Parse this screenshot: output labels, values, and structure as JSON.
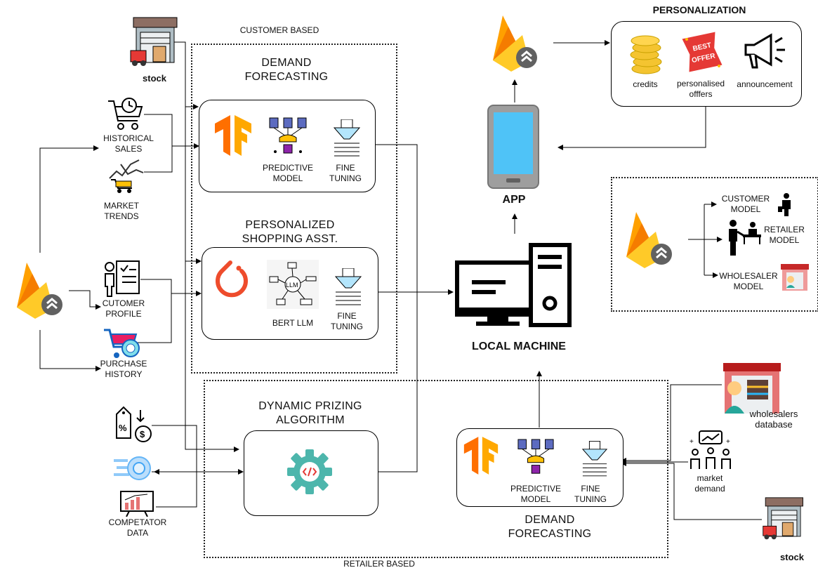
{
  "regions": {
    "customer_based": "CUSTOMER BASED",
    "retailer_based": "RETAILER BASED"
  },
  "sources": {
    "stock_top": "stock",
    "historical_sales": "HISTORICAL\nSALES",
    "market_trends": "MARKET\nTRENDS",
    "customer_profile": "CUTOMER\nPROFILE",
    "purchase_history": "PURCHASE\nHISTORY",
    "competitor_data": "COMPETATOR\nDATA"
  },
  "demand_forecasting_top": {
    "title": "DEMAND\nFORECASTING",
    "predictive_model": "PREDICTIVE\nMODEL",
    "fine_tuning": "FINE\nTUNING"
  },
  "shopping_asst": {
    "title": "PERSONALIZED\nSHOPPING ASST.",
    "bert_llm": "BERT LLM",
    "llm_tag": "LLM",
    "fine_tuning": "FINE\nTUNING"
  },
  "pricing": {
    "title": "DYNAMIC PRIZING\nALGORITHM"
  },
  "local_machine": "LOCAL MACHINE",
  "app": "APP",
  "personalization": {
    "title": "PERSONALIZATION",
    "credits": "credits",
    "offers": "personalised\nofffers",
    "announcement": "announcement",
    "badge_top": "BEST",
    "badge_bottom": "OFFER"
  },
  "models": {
    "customer": "CUSTOMER\nMODEL",
    "retailer": "RETAILER\nMODEL",
    "wholesaler": "WHOLESALER\nMODEL"
  },
  "demand_forecasting_bottom": {
    "title": "DEMAND\nFORECASTING",
    "predictive_model": "PREDICTIVE\nMODEL",
    "fine_tuning": "FINE\nTUNING"
  },
  "right_sources": {
    "wholesalers_db": "wholesalers\ndatabase",
    "market_demand": "market\ndemand",
    "stock_bottom": "stock"
  },
  "colors": {
    "tensorflow": "#FF6F00",
    "firebase_yellow": "#FFCA28",
    "firebase_orange": "#F57C00",
    "pytorch": "#EE4C2C",
    "gear": "#4DB6AC",
    "tablet_screen": "#4FC3F7",
    "coin": "#F4C430",
    "offer_red": "#E53935",
    "warehouse_red": "#C62828"
  }
}
